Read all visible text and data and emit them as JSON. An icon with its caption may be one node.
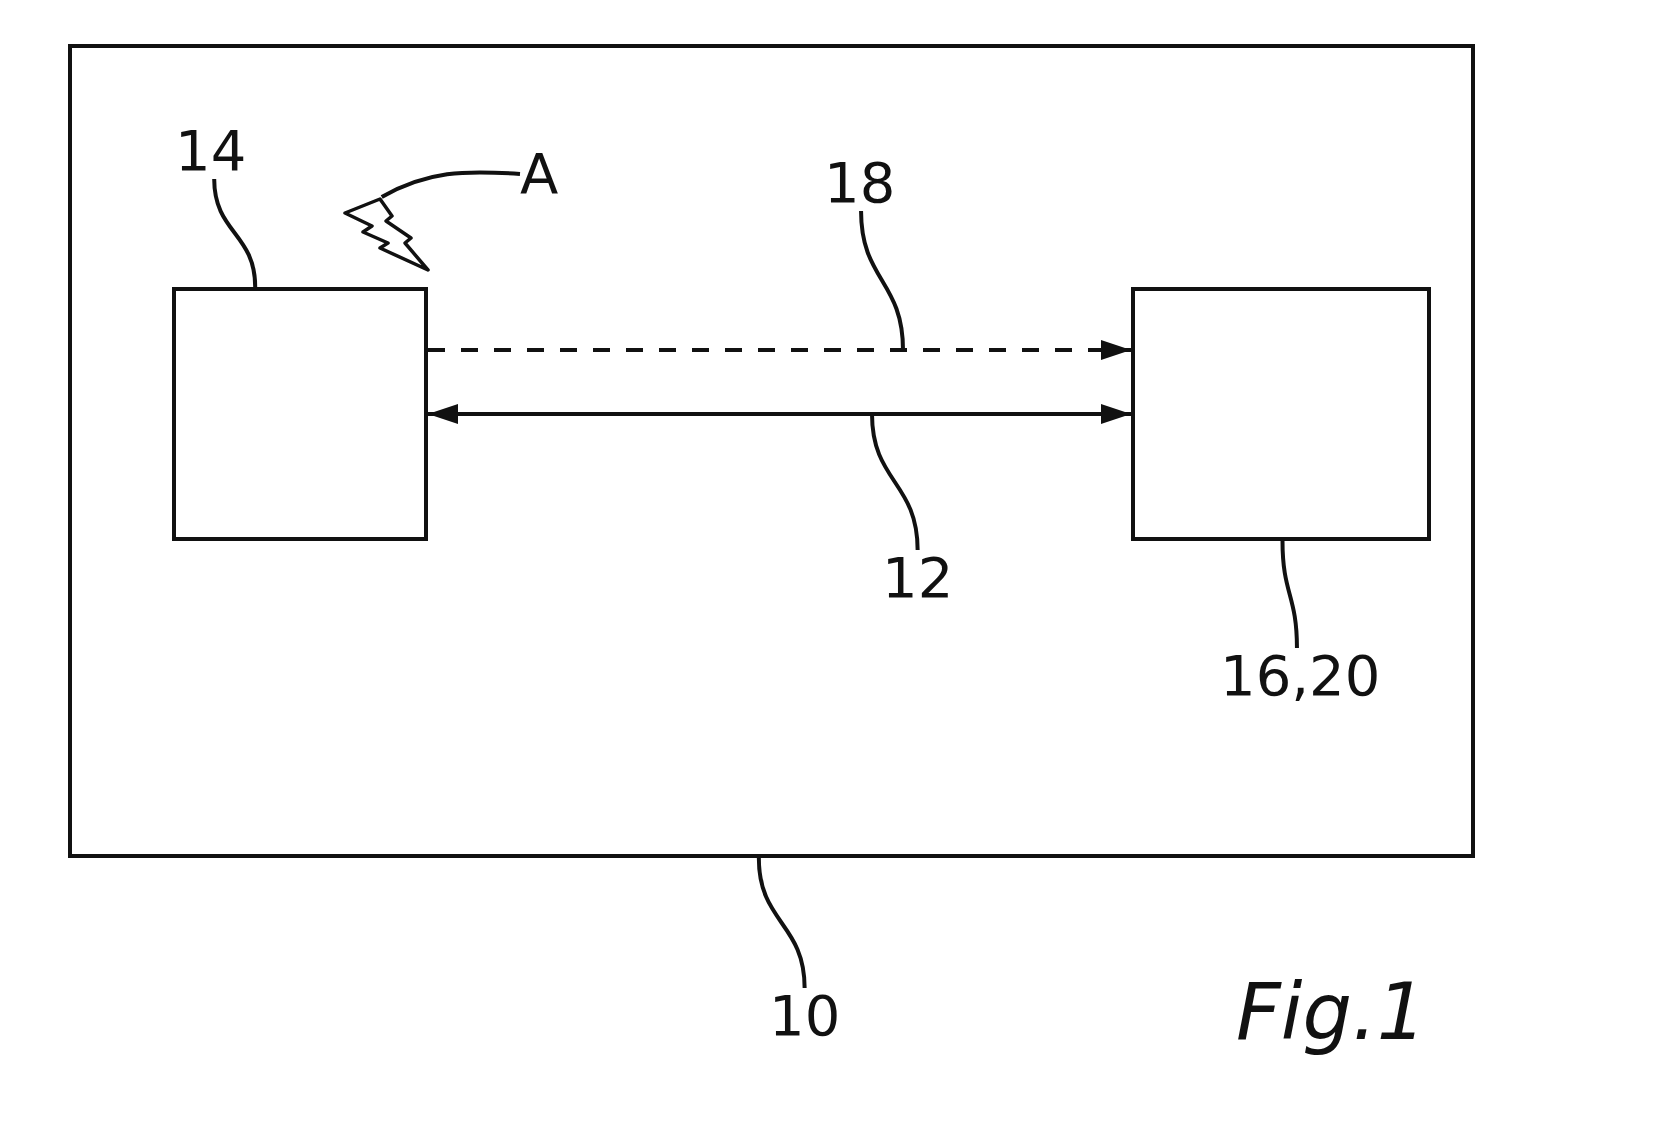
{
  "diagram": {
    "caption": "Fig.1",
    "nodes": [
      {
        "text": [],
        "shape": "box"
      },
      {
        "text": [
          "14"
        ],
        "in": 0
      },
      {
        "text": [
          "A"
        ],
        "in": 0
      },
      {
        "text": [],
        "shape": "lightning",
        "in": 0
      },
      {
        "text": [
          "18"
        ],
        "in": 0
      },
      {
        "text": [],
        "shape": "box",
        "in": 0
      },
      {
        "text": [],
        "shape": "box",
        "in": 0
      },
      {
        "text": [
          "12"
        ],
        "in": 0
      },
      {
        "text": [
          "16,20"
        ],
        "in": 0
      },
      {
        "text": [
          "10"
        ]
      }
    ],
    "edges": [
      {
        "from": 5,
        "to": 6,
        "arrow": "to",
        "style": "dashed"
      },
      {
        "from": 5,
        "to": 6,
        "arrow": "both"
      },
      {
        "from": 1,
        "to": 5,
        "arrow": "none"
      },
      {
        "from": 2,
        "to": 3,
        "arrow": "none"
      },
      {
        "from": 4,
        "to": null,
        "arrow": "none"
      },
      {
        "from": 7,
        "to": null,
        "arrow": "none"
      },
      {
        "from": 8,
        "to": 6,
        "arrow": "none"
      },
      {
        "from": 9,
        "to": 0,
        "arrow": "none"
      }
    ]
  }
}
